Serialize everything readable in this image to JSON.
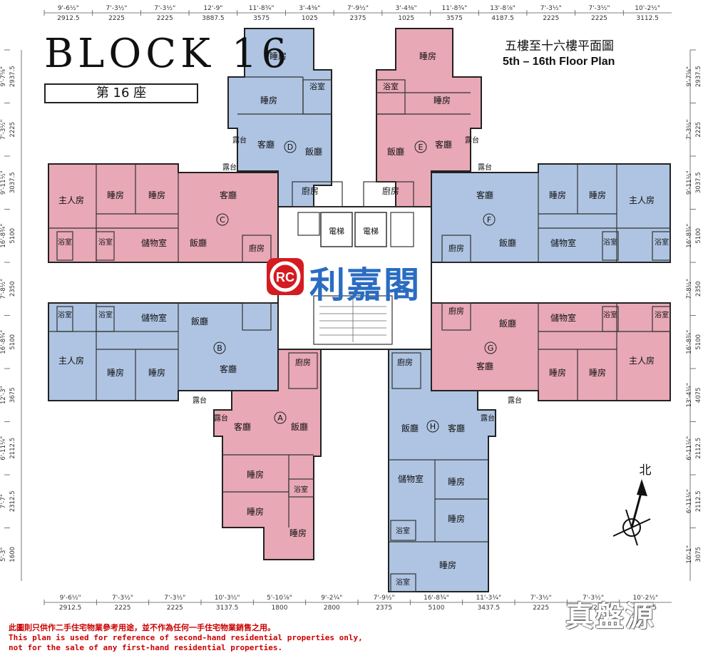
{
  "header": {
    "block_title": "BLOCK 16",
    "block_cn": "第 16 座",
    "plan_cn": "五樓至十六樓平面圖",
    "plan_en": "5th – 16th Floor Plan"
  },
  "colors": {
    "pink": "#e8a8b6",
    "blue": "#aec4e2",
    "line": "#222222",
    "logo_red": "#d41b21",
    "logo_blue": "#2a6cc1"
  },
  "logo": {
    "mark": "RC",
    "text": "利嘉閣"
  },
  "north": "北",
  "units": {
    "A": {
      "letter": "A",
      "rooms": [
        "客廳",
        "飯廳",
        "睡房",
        "睡房",
        "睡房",
        "浴室",
        "露台",
        "廚房"
      ]
    },
    "B": {
      "letter": "B",
      "rooms": [
        "主人房",
        "睡房",
        "睡房",
        "飯廳",
        "客廳",
        "浴室",
        "浴室",
        "儲物室",
        "露台"
      ]
    },
    "C": {
      "letter": "C",
      "rooms": [
        "主人房",
        "睡房",
        "睡房",
        "客廳",
        "飯廳",
        "浴室",
        "浴室",
        "儲物室",
        "露台",
        "廚房"
      ]
    },
    "D": {
      "letter": "D",
      "rooms": [
        "睡房",
        "睡房",
        "客廳",
        "飯廳",
        "浴室",
        "露台",
        "廚房"
      ]
    },
    "E": {
      "letter": "E",
      "rooms": [
        "睡房",
        "睡房",
        "客廳",
        "飯廳",
        "浴室",
        "露台",
        "廚房"
      ]
    },
    "F": {
      "letter": "F",
      "rooms": [
        "客廳",
        "飯廳",
        "睡房",
        "睡房",
        "主人房",
        "儲物室",
        "浴室",
        "浴室",
        "露台",
        "廚房"
      ]
    },
    "G": {
      "letter": "G",
      "rooms": [
        "飯廳",
        "客廳",
        "睡房",
        "睡房",
        "主人房",
        "儲物室",
        "浴室",
        "浴室",
        "露台",
        "廚房"
      ]
    },
    "H": {
      "letter": "H",
      "rooms": [
        "飯廳",
        "客廳",
        "睡房",
        "睡房",
        "睡房",
        "儲物室",
        "浴室",
        "浴室",
        "露台",
        "廚房"
      ]
    }
  },
  "core": {
    "lift1": "電梯",
    "lift2": "電梯"
  },
  "dims_top": [
    {
      "imp": "9'-6½\"",
      "mm": "2912.5"
    },
    {
      "imp": "7'-3½\"",
      "mm": "2225"
    },
    {
      "imp": "7'-3½\"",
      "mm": "2225"
    },
    {
      "imp": "12'-9\"",
      "mm": "3887.5"
    },
    {
      "imp": "11'-8¾\"",
      "mm": "3575"
    },
    {
      "imp": "3'-4⅜\"",
      "mm": "1025"
    },
    {
      "imp": "7'-9½\"",
      "mm": "2375"
    },
    {
      "imp": "3'-4⅜\"",
      "mm": "1025"
    },
    {
      "imp": "11'-8¾\"",
      "mm": "3575"
    },
    {
      "imp": "13'-8⅞\"",
      "mm": "4187.5"
    },
    {
      "imp": "7'-3½\"",
      "mm": "2225"
    },
    {
      "imp": "7'-3½\"",
      "mm": "2225"
    },
    {
      "imp": "10'-2½\"",
      "mm": "3112.5"
    }
  ],
  "dims_bottom": [
    {
      "imp": "9'-6½\"",
      "mm": "2912.5"
    },
    {
      "imp": "7'-3½\"",
      "mm": "2225"
    },
    {
      "imp": "7'-3½\"",
      "mm": "2225"
    },
    {
      "imp": "10'-3½\"",
      "mm": "3137.5"
    },
    {
      "imp": "5'-10⅞\"",
      "mm": "1800"
    },
    {
      "imp": "9'-2¼\"",
      "mm": "2800"
    },
    {
      "imp": "7'-9½\"",
      "mm": "2375"
    },
    {
      "imp": "16'-8¾\"",
      "mm": "5100"
    },
    {
      "imp": "11'-3¼\"",
      "mm": "3437.5"
    },
    {
      "imp": "7'-3½\"",
      "mm": "2225"
    },
    {
      "imp": "7'-3½\"",
      "mm": "2225"
    },
    {
      "imp": "10'-2½\"",
      "mm": "3112.5"
    }
  ],
  "dims_left": [
    {
      "imp": "9'-7⅝\"",
      "mm": "2937.5"
    },
    {
      "imp": "7'-3½\"",
      "mm": "2225"
    },
    {
      "imp": "9'-11½\"",
      "mm": "3037.5"
    },
    {
      "imp": "16'-8¾\"",
      "mm": "5100"
    },
    {
      "imp": "7'-8½\"",
      "mm": "2350"
    },
    {
      "imp": "16'-8¾\"",
      "mm": "5100"
    },
    {
      "imp": "12'-3\"",
      "mm": "3675"
    },
    {
      "imp": "6'-11¼\"",
      "mm": "2112.5"
    },
    {
      "imp": "7'-7\"",
      "mm": "2312.5"
    },
    {
      "imp": "5'-3\"",
      "mm": "1600"
    }
  ],
  "dims_right": [
    {
      "imp": "9'-7⅝\"",
      "mm": "2937.5"
    },
    {
      "imp": "7'-3½\"",
      "mm": "2225"
    },
    {
      "imp": "9'-11½\"",
      "mm": "3037.5"
    },
    {
      "imp": "16'-8¾\"",
      "mm": "5100"
    },
    {
      "imp": "7'-8½\"",
      "mm": "2350"
    },
    {
      "imp": "16'-8¾\"",
      "mm": "5100"
    },
    {
      "imp": "13'-4¼\"",
      "mm": "4075"
    },
    {
      "imp": "6'-11¼\"",
      "mm": "2112.5"
    },
    {
      "imp": "6'-11¼\"",
      "mm": "2112.5"
    },
    {
      "imp": "10'-1\"",
      "mm": "3075"
    }
  ],
  "disclaimer": {
    "cn": "此圖則只供作二手住宅物業參考用途，並不作為任何一手住宅物業銷售之用。",
    "en1": "This plan is used for reference of second-hand residential properties only,",
    "en2": " not for the sale of any first-hand residential properties."
  },
  "watermark": "真盤源"
}
